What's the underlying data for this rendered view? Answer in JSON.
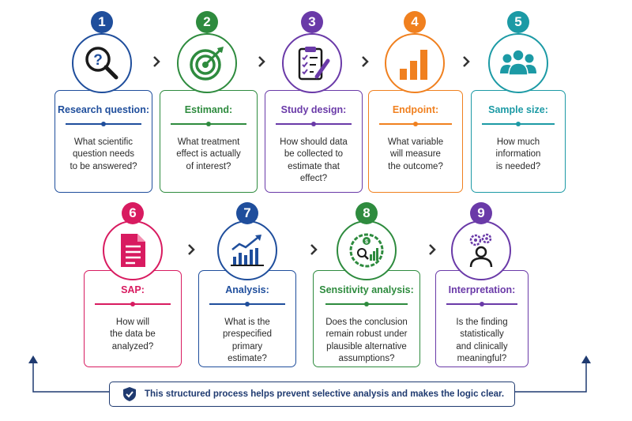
{
  "steps": [
    {
      "number": "1",
      "title": "Research question:",
      "desc": [
        "What scientific",
        "question needs",
        "to be answered?"
      ],
      "color": "#1f4e9c",
      "icon": "magnifier-question-icon"
    },
    {
      "number": "2",
      "title": "Estimand:",
      "desc": [
        "What treatment",
        "effect is actually",
        "of interest?"
      ],
      "color": "#2e8b3e",
      "icon": "target-arrow-icon"
    },
    {
      "number": "3",
      "title": "Study design:",
      "desc": [
        "How should data",
        "be collected to",
        "estimate that",
        "effect?"
      ],
      "color": "#6a3aa8",
      "icon": "clipboard-checklist-icon"
    },
    {
      "number": "4",
      "title": "Endpoint:",
      "desc": [
        "What variable",
        "will measure",
        "the outcome?"
      ],
      "color": "#f0801f",
      "icon": "bar-chart-icon"
    },
    {
      "number": "5",
      "title": "Sample size:",
      "desc": [
        "How much",
        "information",
        "is needed?"
      ],
      "color": "#1c9aa5",
      "icon": "people-group-icon"
    },
    {
      "number": "6",
      "title": "SAP:",
      "desc": [
        "How will",
        "the data be",
        "analyzed?"
      ],
      "color": "#d81b60",
      "icon": "document-icon"
    },
    {
      "number": "7",
      "title": "Analysis:",
      "desc": [
        "What is the",
        "prespecified",
        "primary",
        "estimate?"
      ],
      "color": "#1f4e9c",
      "icon": "trend-chart-icon"
    },
    {
      "number": "8",
      "title": "Sensitivity analysis:",
      "desc": [
        "Does the conclusion",
        "remain robust under",
        "plausible alternative",
        "assumptions?"
      ],
      "color": "#2e8b3e",
      "icon": "robust-analysis-icon"
    },
    {
      "number": "9",
      "title": "Interpretation:",
      "desc": [
        "Is the finding",
        "statistically",
        "and clinically",
        "meaningful?"
      ],
      "color": "#6a3aa8",
      "icon": "thinking-person-icon"
    }
  ],
  "footer": {
    "text": "This structured process helps prevent selective analysis and makes the logic clear.",
    "color": "#1f3a70",
    "icon": "shield-check-icon"
  },
  "colors": {
    "arrow": "#333333",
    "loop": "#1f3a70"
  }
}
